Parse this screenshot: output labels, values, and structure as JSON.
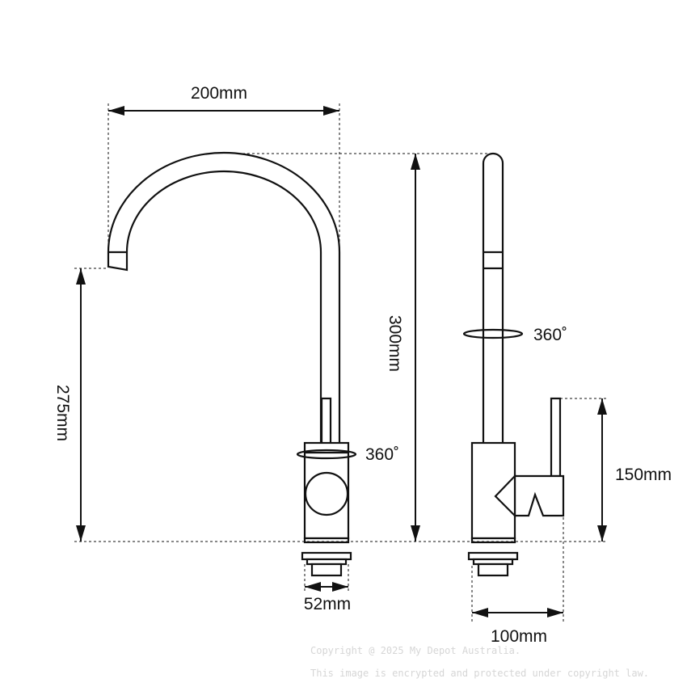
{
  "dimensions": {
    "spout_reach": "200mm",
    "spout_height": "275mm",
    "total_height": "300mm",
    "base_width": "52mm",
    "handle_height": "150mm",
    "side_depth": "100mm"
  },
  "rotation": {
    "front_label": "360˚",
    "side_label": "360˚"
  },
  "watermark": {
    "line1": "Copyright @ 2025 My Depot Australia.",
    "line2": "This image is encrypted and protected under copyright law."
  }
}
